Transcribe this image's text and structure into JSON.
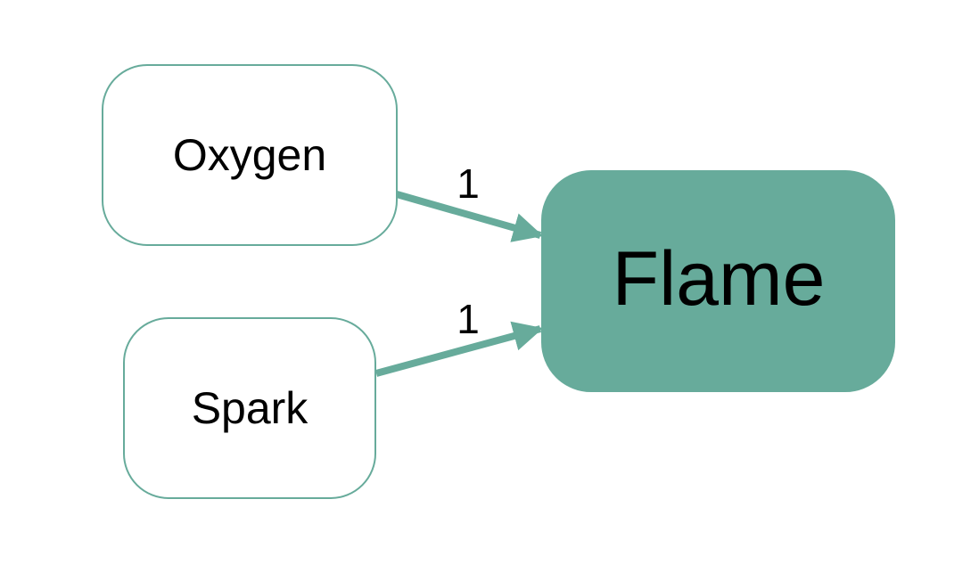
{
  "diagram": {
    "colors": {
      "accent": "#67ab9b",
      "node_fill": "#ffffff",
      "text": "#000000",
      "background": "#ffffff"
    },
    "nodes": {
      "oxygen": {
        "label": "Oxygen"
      },
      "spark": {
        "label": "Spark"
      },
      "flame": {
        "label": "Flame"
      }
    },
    "edges": {
      "oxygen_to_flame": {
        "from": "Oxygen",
        "to": "Flame",
        "label": "1"
      },
      "spark_to_flame": {
        "from": "Spark",
        "to": "Flame",
        "label": "1"
      }
    }
  }
}
